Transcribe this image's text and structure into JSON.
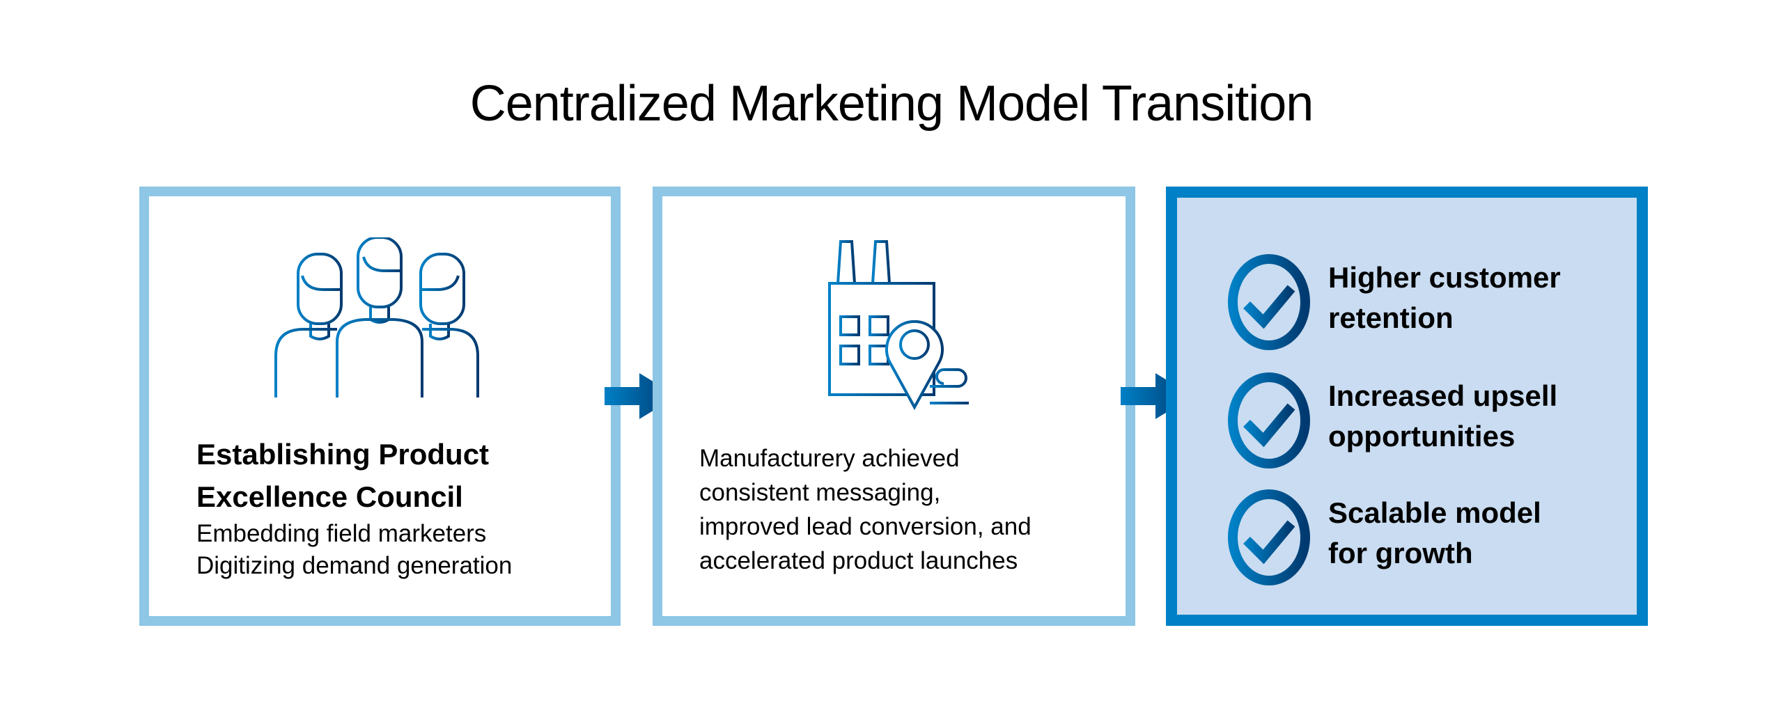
{
  "title": "Centralized Marketing Model Transition",
  "step1": {
    "icon": "people-group-icon",
    "heading_line1": "Establishing Product",
    "heading_line2": "Excellence Council",
    "sub_line1": "Embedding field marketers",
    "sub_line2": "Digitizing demand generation"
  },
  "step2": {
    "icon": "factory-location-icon",
    "lines": [
      "Manufacturery achieved",
      "consistent messaging,",
      "improved lead conversion, and",
      "accelerated product launches"
    ]
  },
  "step3": {
    "items": [
      {
        "line1": "Higher customer",
        "line2": "retention"
      },
      {
        "line1": "Increased upsell",
        "line2": "opportunities"
      },
      {
        "line1": "Scalable model",
        "line2": "for growth"
      }
    ]
  },
  "colors": {
    "light_border": "#8ec6e6",
    "dark_border": "#0080c6",
    "panel_fill": "#c9dcf1",
    "icon_start": "#0080c6",
    "icon_end": "#003a70"
  }
}
